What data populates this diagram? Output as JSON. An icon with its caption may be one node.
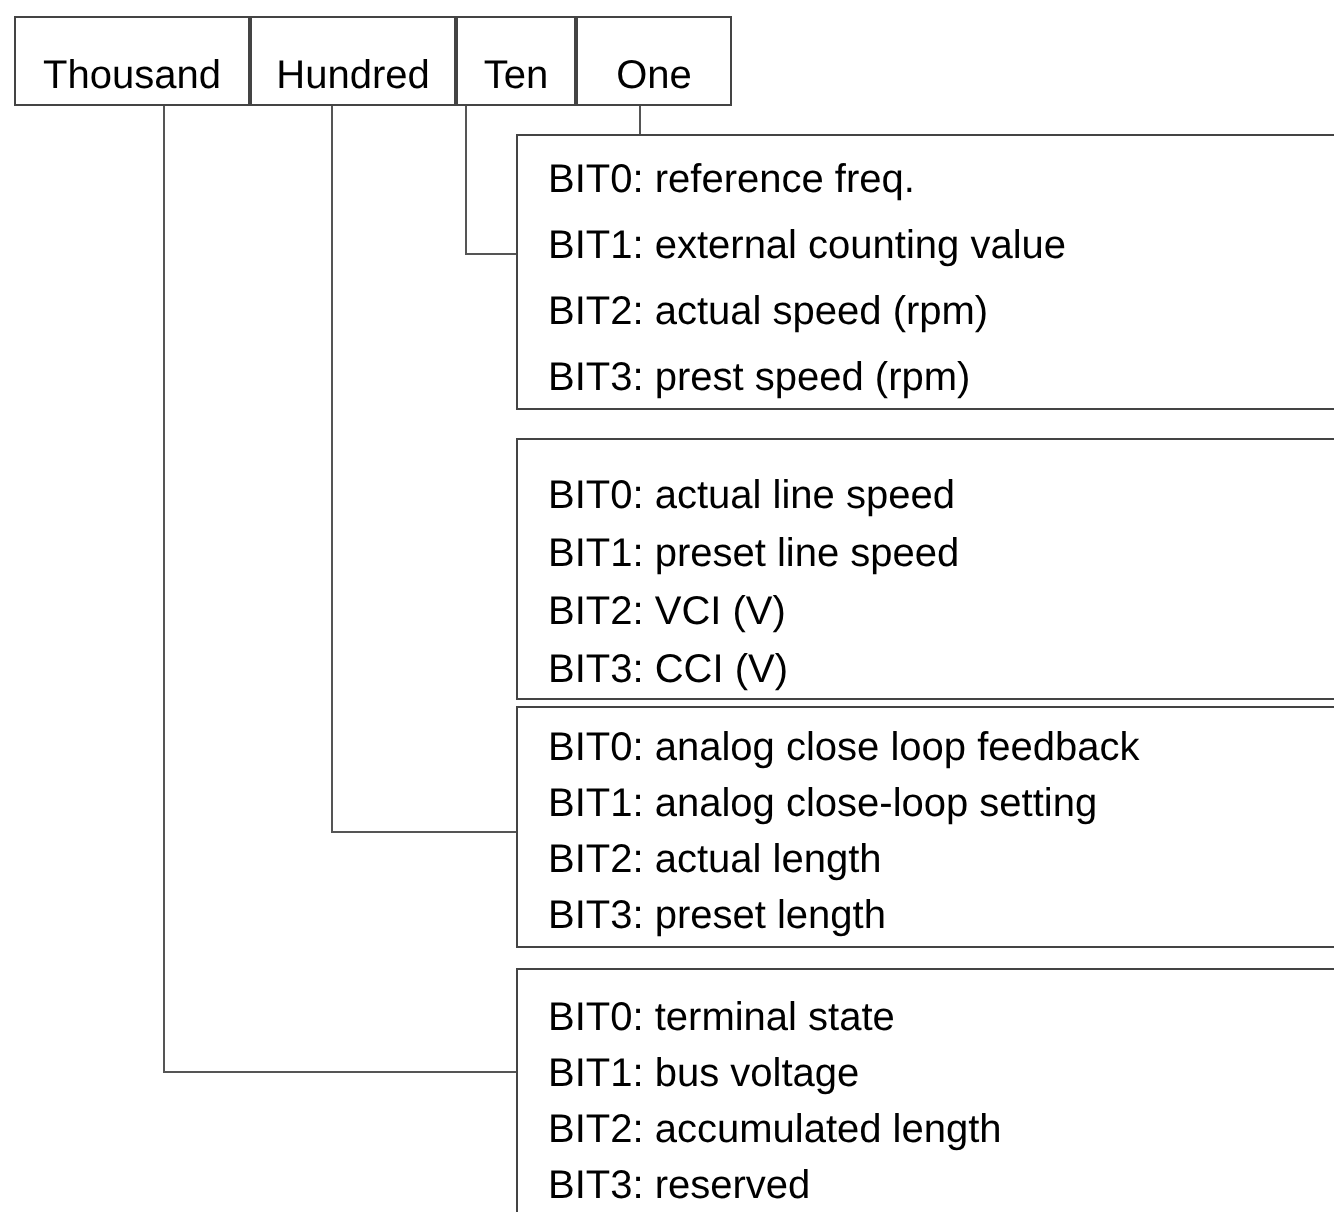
{
  "diagram": {
    "nodes": [
      {
        "text": [
          "Thousand"
        ]
      },
      {
        "text": [
          "Hundred"
        ]
      },
      {
        "text": [
          "Ten"
        ]
      },
      {
        "text": [
          "One"
        ]
      },
      {
        "text": [
          "BIT0: reference freq.",
          "BIT1: external counting value",
          "BIT2: actual speed (rpm)",
          "BIT3: prest speed (rpm)"
        ]
      },
      {
        "text": [
          "BIT0: actual line speed",
          "BIT1: preset line speed",
          "BIT2: VCI (V)",
          "BIT3: CCI (V)"
        ]
      },
      {
        "text": [
          "BIT0: analog close loop feedback",
          "BIT1: analog close-loop setting",
          "BIT2: actual  length",
          "BIT3: preset length"
        ]
      },
      {
        "text": [
          "BIT0: terminal state",
          "BIT1: bus voltage",
          "BIT2: accumulated length",
          "BIT3: reserved"
        ]
      }
    ],
    "edges": [
      {
        "from": 3,
        "to": 4,
        "arrow": "none"
      },
      {
        "from": 2,
        "to": 4,
        "arrow": "none"
      },
      {
        "from": 1,
        "to": 6,
        "arrow": "none"
      },
      {
        "from": 0,
        "to": 7,
        "arrow": "none"
      }
    ]
  }
}
